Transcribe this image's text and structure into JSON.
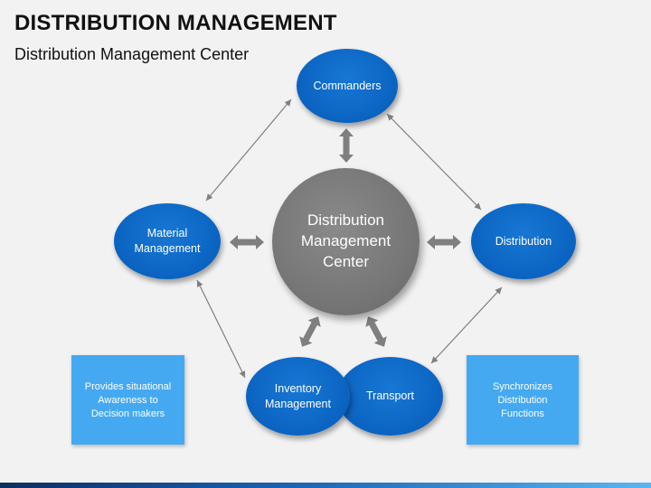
{
  "title": "DISTRIBUTION MANAGEMENT",
  "subtitle": "Distribution Management Center",
  "nodes": {
    "center": "Distribution Management Center",
    "commanders": "Commanders",
    "material": "Material Management",
    "distribution": "Distribution",
    "inventory": "Inventory Management",
    "transport": "Transport"
  },
  "boxes": {
    "left": "Provides situational Awareness to Decision makers",
    "right": "Synchronizes Distribution Functions"
  },
  "colors": {
    "node_blue": "#0b63c1",
    "center_gray": "#757575",
    "box_blue": "#45a9f2",
    "arrow_gray": "#7f7f7f"
  }
}
